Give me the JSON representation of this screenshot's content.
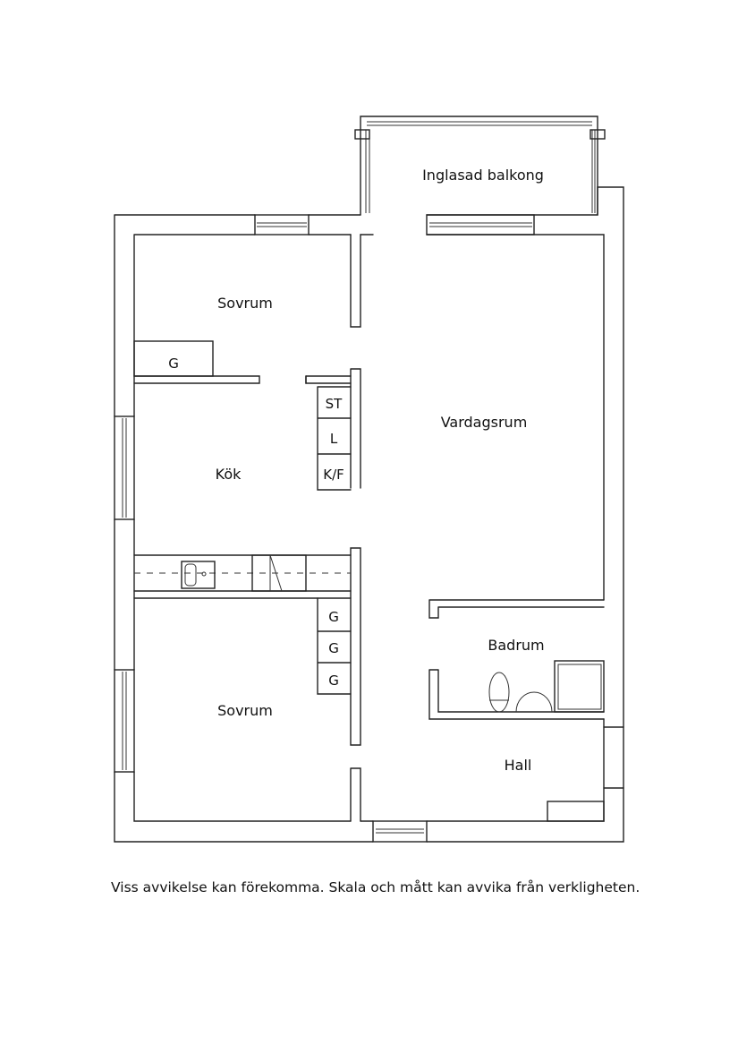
{
  "rooms": {
    "balcony": "Inglasad balkong",
    "bedroom_top": "Sovrum",
    "kitchen": "Kök",
    "living_room": "Vardagsrum",
    "bathroom": "Badrum",
    "bedroom_bottom": "Sovrum",
    "hall": "Hall"
  },
  "fixtures": {
    "closet_top": "G",
    "kitchen_units": [
      "ST",
      "L",
      "K/F"
    ],
    "closets_bottom": [
      "G",
      "G",
      "G"
    ]
  },
  "disclaimer": "Viss avvikelse kan förekomma. Skala och mått kan avvika från verkligheten."
}
